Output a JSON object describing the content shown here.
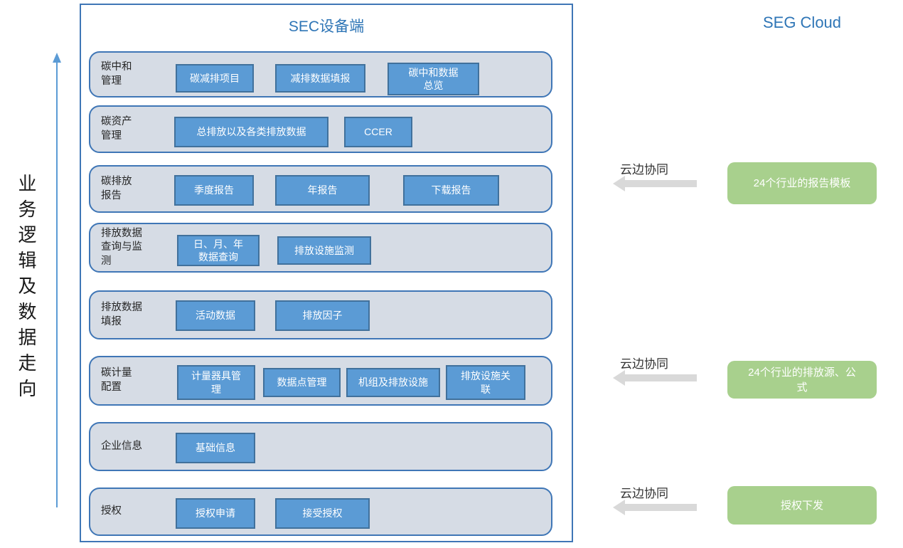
{
  "colors": {
    "accent_blue": "#3f76b6",
    "title_blue": "#2e75b6",
    "button_fill": "#5b9bd5",
    "button_border": "#41719c",
    "row_fill": "#d6dce5",
    "cloud_green": "#a8d08d",
    "sync_arrow_gray": "#d9d9d9",
    "flow_arrow_blue": "#5b9bd5"
  },
  "flow_axis": {
    "label": "业务逻辑及数据走向"
  },
  "device_panel": {
    "title": "SEC设备端",
    "rows": [
      {
        "label": "碳中和\n管理",
        "buttons": [
          "碳减排项目",
          "减排数据填报",
          "碳中和数据\n总览"
        ]
      },
      {
        "label": "碳资产\n管理",
        "buttons": [
          "总排放以及各类排放数据",
          "CCER"
        ]
      },
      {
        "label": "碳排放\n报告",
        "buttons": [
          "季度报告",
          "年报告",
          "下载报告"
        ]
      },
      {
        "label": "排放数据\n查询与监\n测",
        "buttons": [
          "日、月、年\n数据查询",
          "排放设施监测"
        ]
      },
      {
        "label": "排放数据\n填报",
        "buttons": [
          "活动数据",
          "排放因子"
        ]
      },
      {
        "label": "碳计量\n配置",
        "buttons": [
          "计量器具管\n理",
          "数据点管理",
          "机组及排放设施",
          "排放设施关\n联"
        ]
      },
      {
        "label": "企业信息",
        "buttons": [
          "基础信息"
        ]
      },
      {
        "label": "授权",
        "buttons": [
          "授权申请",
          "接受授权"
        ]
      }
    ]
  },
  "cloud_panel": {
    "title": "SEG Cloud",
    "groups": [
      {
        "arrow_label": "云边协同",
        "box": "24个行业的报告模板"
      },
      {
        "arrow_label": "云边协同",
        "box": "24个行业的排放源、公\n式"
      },
      {
        "arrow_label": "云边协同",
        "box": "授权下发"
      }
    ]
  }
}
